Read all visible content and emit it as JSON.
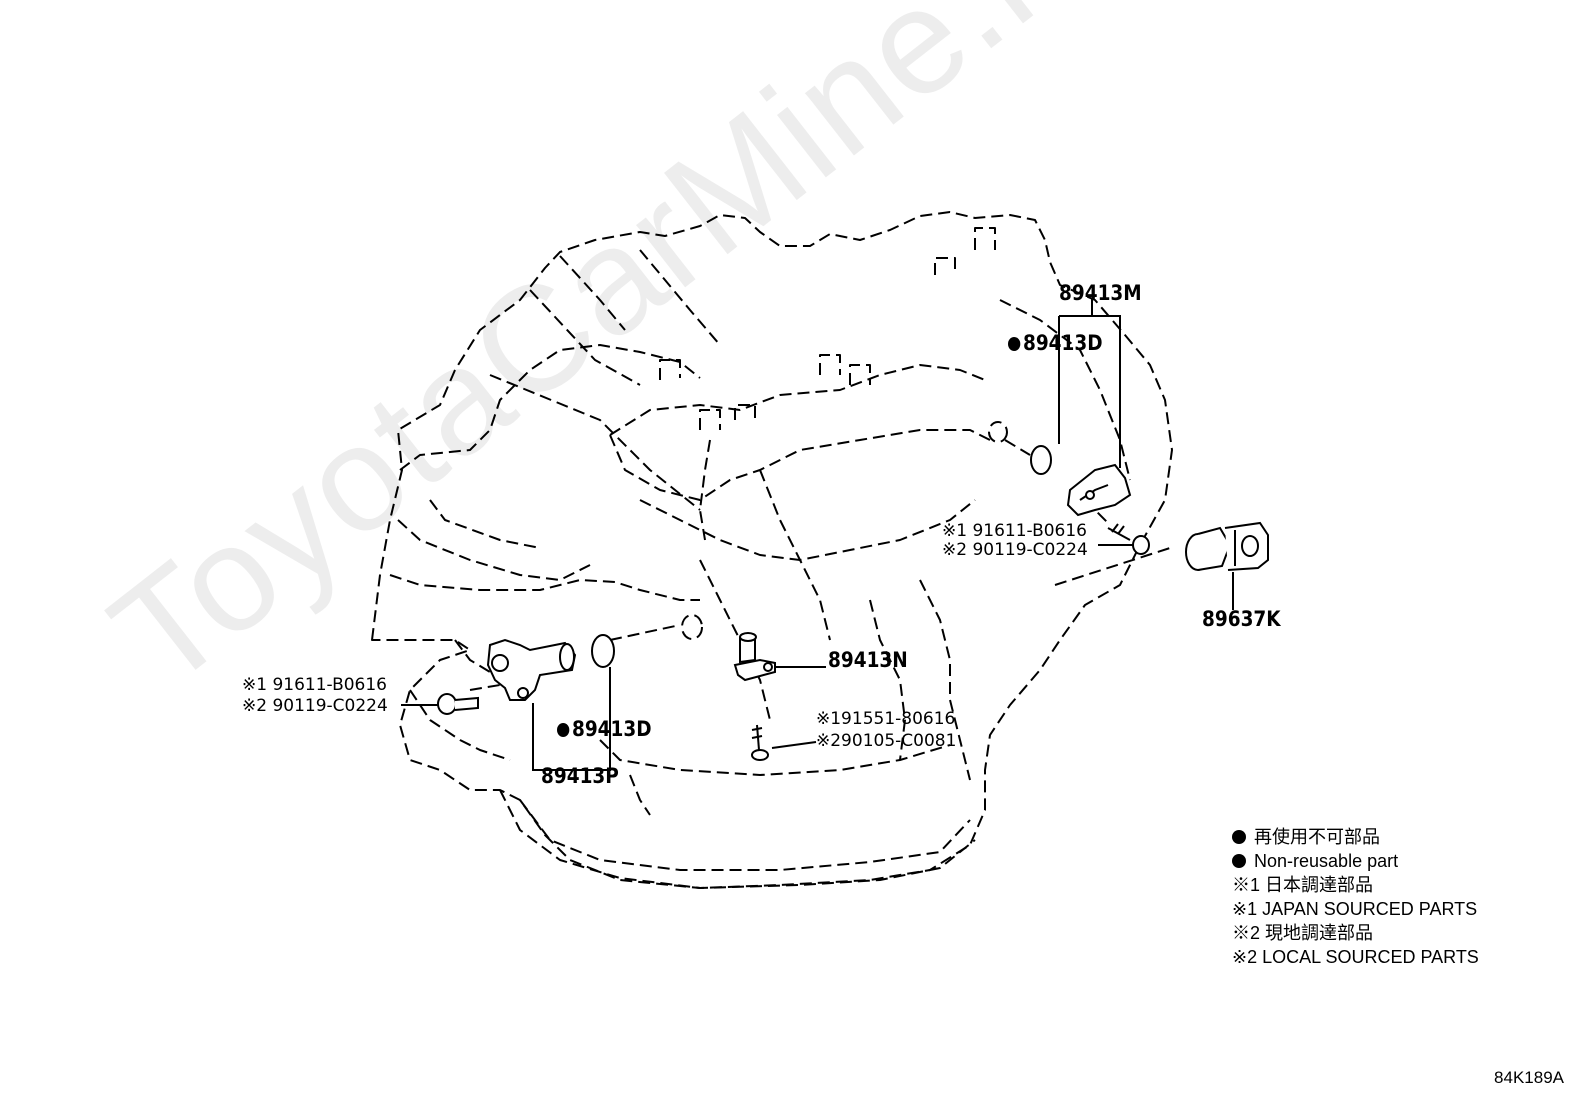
{
  "watermark": "ToyotaCarMine.ru",
  "diagram_code": "84K189A",
  "parts": {
    "p89413M": "89413M",
    "p89413D_top": "89413D",
    "p91611_right": "※1 91611-B0616",
    "p90119_right": "※2 90119-C0224",
    "p89637K": "89637K",
    "p89413N": "89413N",
    "p91551": "※191551-80616",
    "p90105": "※290105-C0081",
    "p91611_left": "※1 91611-B0616",
    "p90119_left": "※2 90119-C0224",
    "p89413D_bottom": "89413D",
    "p89413P": "89413P"
  },
  "legend": {
    "jp_nonreusable": "再使用不可部品",
    "en_nonreusable": "Non-reusable part",
    "jp_japan": "※1 日本調達部品",
    "en_japan": "※1 JAPAN SOURCED PARTS",
    "jp_local": "※2 現地調達部品",
    "en_local": "※2 LOCAL SOURCED PARTS"
  }
}
